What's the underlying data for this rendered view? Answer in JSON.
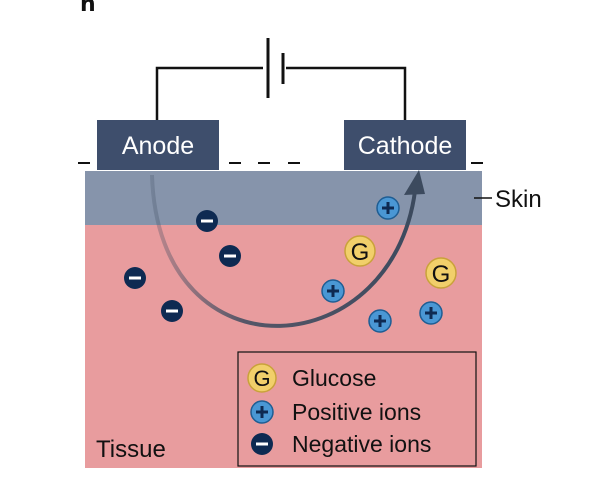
{
  "panel_letter": "h",
  "electrodes": {
    "anode": "Anode",
    "cathode": "Cathode"
  },
  "layers": {
    "skin": "Skin",
    "tissue": "Tissue"
  },
  "particles": {
    "glucose_symbol": "G",
    "positive_symbol": "+",
    "negative_symbol": "−"
  },
  "legend": {
    "glucose": "Glucose",
    "positive": "Positive ions",
    "negative": "Negative ions"
  },
  "colors": {
    "electrode": "#3e4e6c",
    "skin": "#8694ab",
    "tissue": "#e89c9e",
    "glucose": "#f1cf6a",
    "positive_ion": "#4a97d4",
    "negative_ion": "#0e2a52"
  }
}
